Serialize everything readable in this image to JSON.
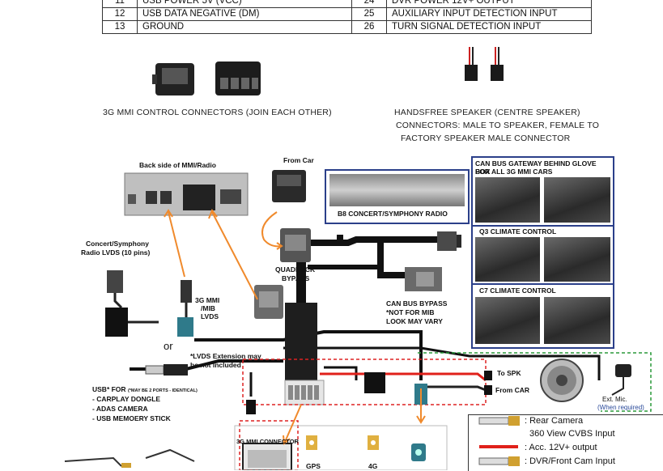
{
  "pin_table": {
    "rows": [
      {
        "n1": "11",
        "d1": "USB POWER 5V (VCC)",
        "n2": "24",
        "d2": "DVR POWER 12V+ OUTPUT"
      },
      {
        "n1": "12",
        "d1": "USB DATA NEGATIVE (DM)",
        "n2": "25",
        "d2": "AUXILIARY INPUT DETECTION INPUT"
      },
      {
        "n1": "13",
        "d1": "GROUND",
        "n2": "26",
        "d2": "TURN SIGNAL DETECTION INPUT"
      }
    ]
  },
  "captions": {
    "mmi_connectors": "3G MMI CONTROL CONNECTORS (JOIN EACH OTHER)",
    "speaker_1": "HANDSFREE SPEAKER (CENTRE SPEAKER)",
    "speaker_2": "CONNECTORS: MALE TO SPEAKER, FEMALE TO",
    "speaker_3": "FACTORY SPEAKER MALE CONNECTOR"
  },
  "labels": {
    "back_side": "Back side of MMI/Radio",
    "from_car": "From Car",
    "lvds_1": "Concert/Symphony",
    "lvds_2": "Radio LVDS (10 pins)",
    "mmi_mib_1": "3G MMI",
    "mmi_mib_2": "/MIB",
    "mmi_mib_3": "LVDS",
    "or": "or",
    "quadlock_1": "QUADLOCK",
    "quadlock_2": "BYPASS",
    "canbus_1": "CAN BUS BYPASS",
    "canbus_2": "*NOT FOR MIB",
    "canbus_3": "LOOK MAY VARY",
    "lvds_ext_1": "*LVDS Extension may",
    "lvds_ext_2": "be not included",
    "usb_1": "USB* FOR",
    "usb_1b": "(*MAY BE 2 PORTS - IDENTICAL)",
    "usb_2": "- CARPLAY DONGLE",
    "usb_3": "- ADAS CAMERA",
    "usb_4": "- USB MEMOERY STICK",
    "to_spk": "To SPK",
    "from_car2": "From CAR",
    "ext_mic_1": "Ext. Mic.",
    "ext_mic_2": "(When required)",
    "mmi_connector": "3G MMI CONNECTOR",
    "gps": "GPS",
    "g4": "4G"
  },
  "boxes": {
    "b8": "B8 CONCERT/SYMPHONY RADIO",
    "can_gw_1": "CAN BUS GATEWAY BEHIND GLOVE BOX",
    "can_gw_2": "FOR ALL 3G MMI CARS",
    "q3": "Q3 CLIMATE CONTROL",
    "c7": "C7 CLIMATE CONTROL"
  },
  "legend": {
    "rear_camera": ": Rear Camera",
    "view360": "360 View CVBS Input",
    "acc": ": Acc. 12V+ output",
    "dvr": ": DVR/Front Cam Input"
  },
  "colors": {
    "box_border": "#2b3f8a",
    "acc_wire": "#e0201a",
    "arrow": "#f08a2c",
    "dash_red": "#d22",
    "dash_green": "#2a9a3a"
  }
}
